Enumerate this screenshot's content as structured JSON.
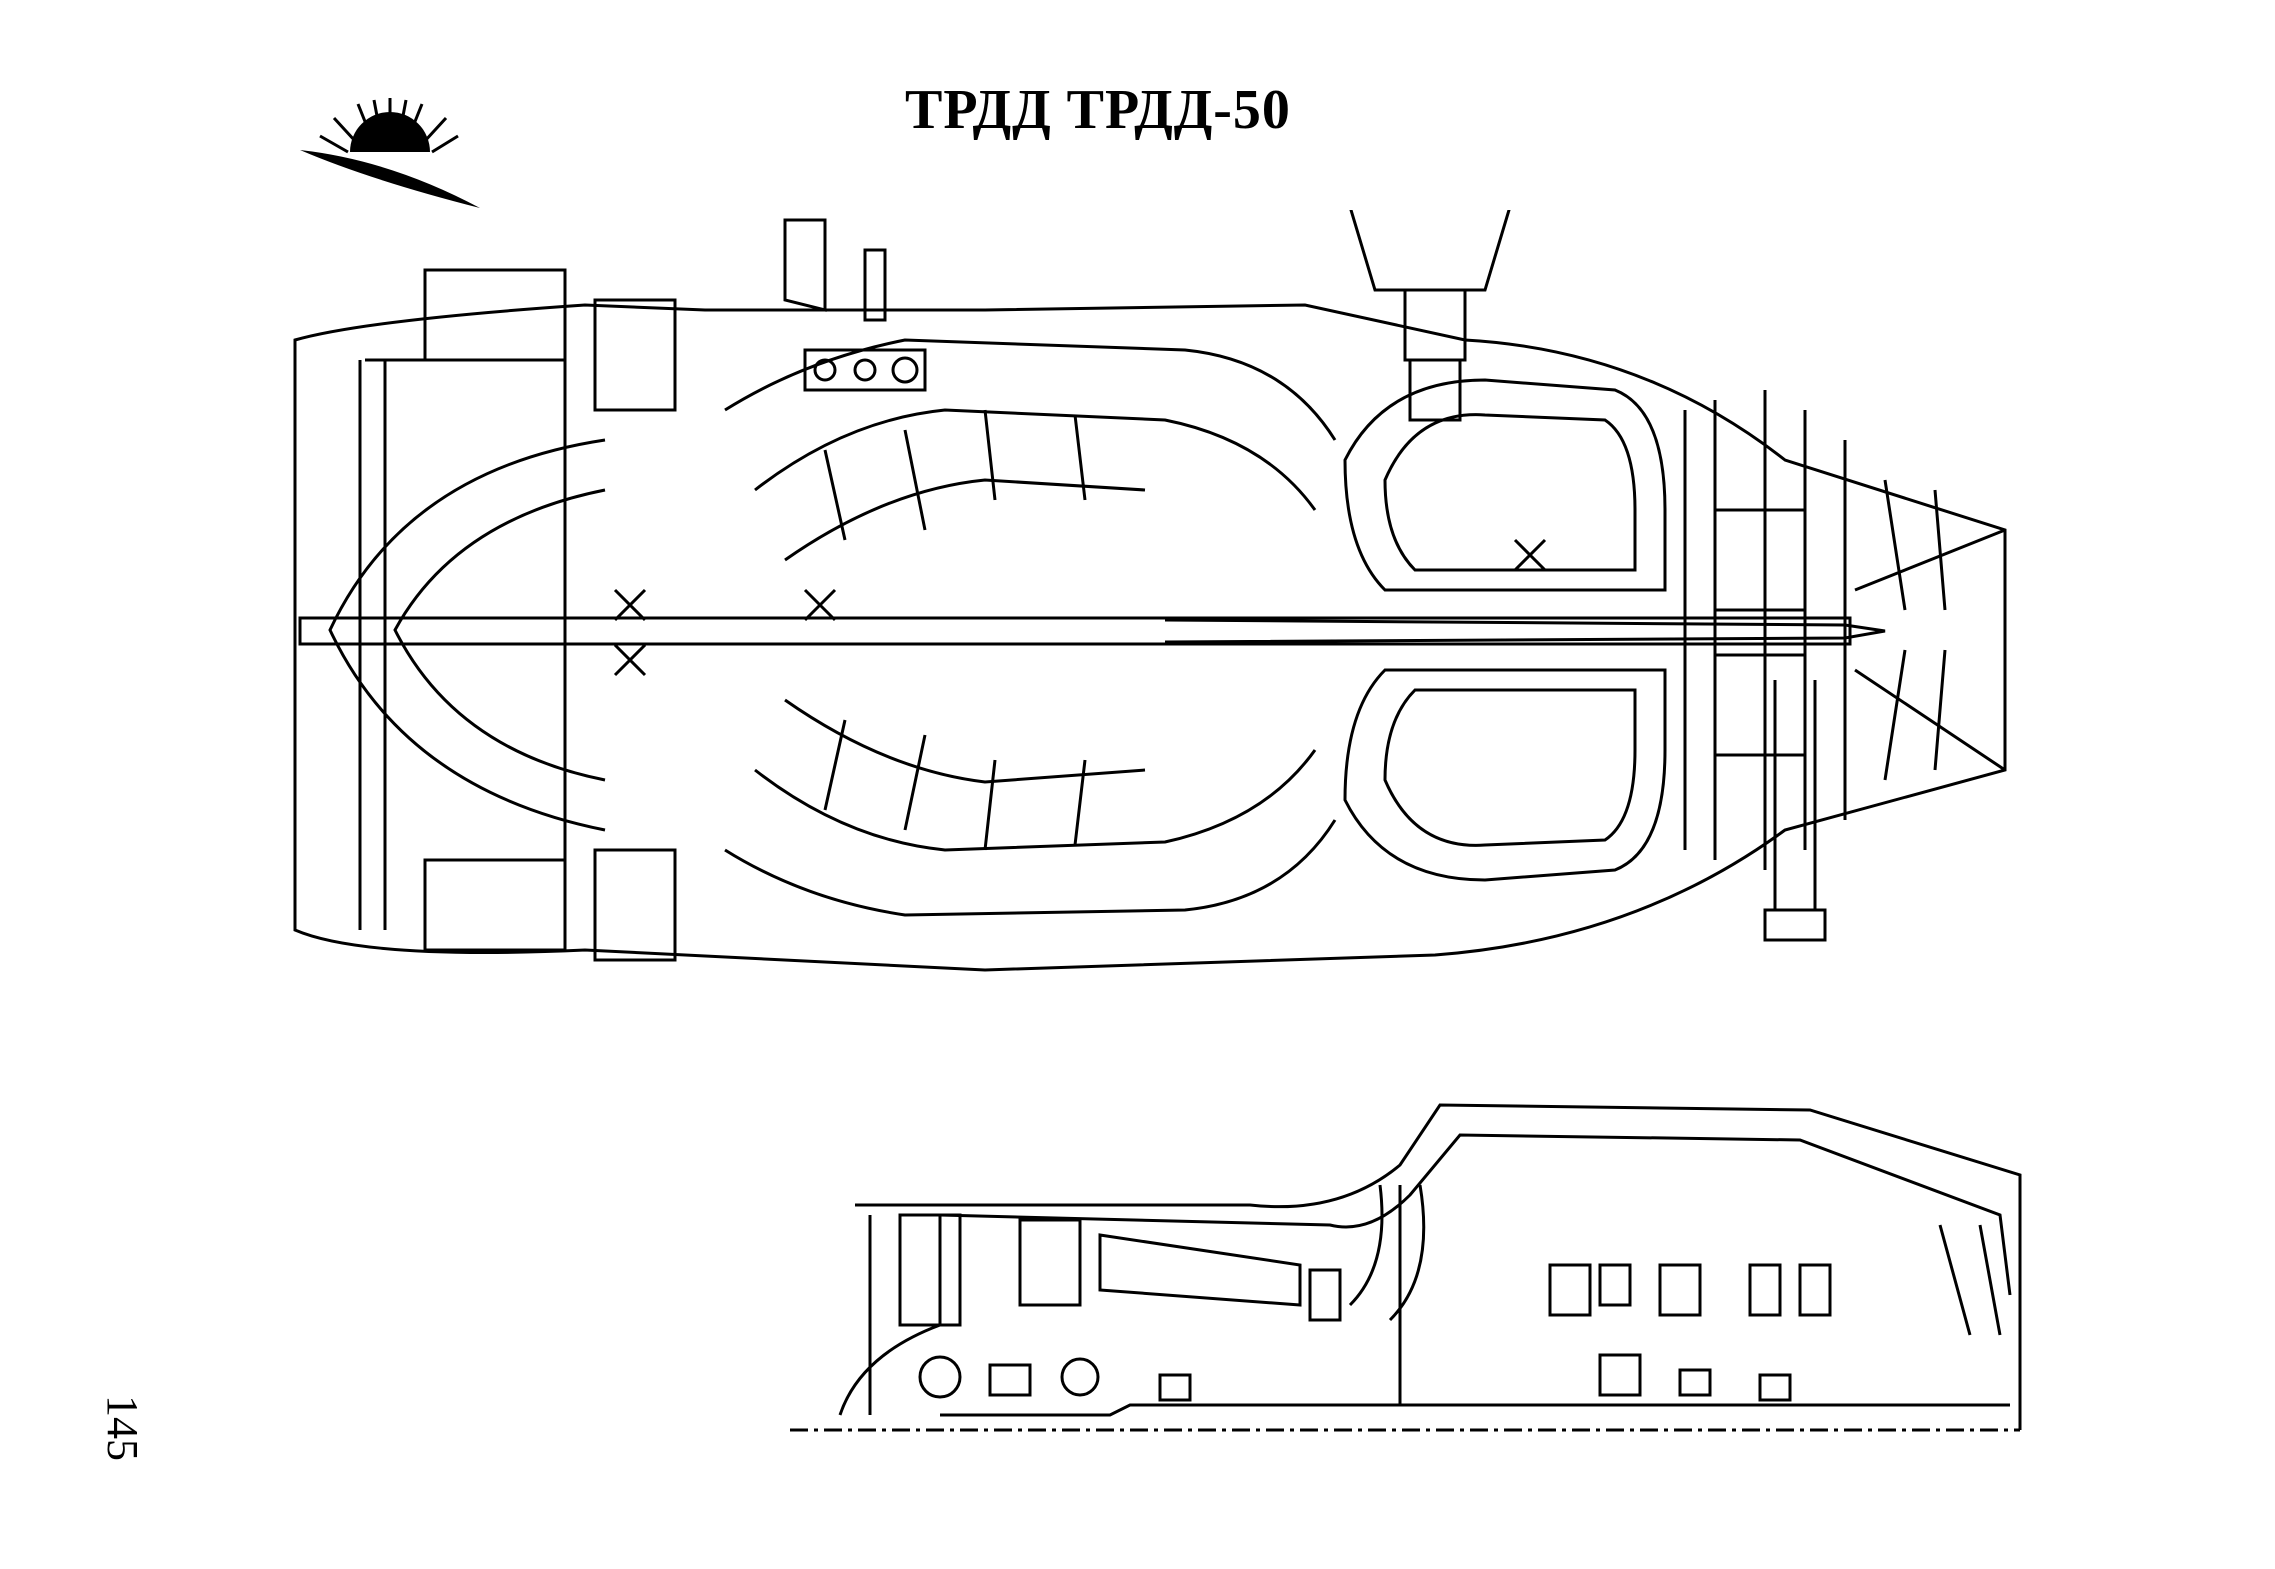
{
  "page": {
    "title": "ТРДД ТРДД-50",
    "page_number": "145"
  },
  "figures": [
    {
      "id": "engine-cross-section",
      "kind": "line-drawing"
    },
    {
      "id": "engine-schematic",
      "kind": "line-drawing"
    },
    {
      "id": "publisher-logo",
      "kind": "logo"
    }
  ]
}
